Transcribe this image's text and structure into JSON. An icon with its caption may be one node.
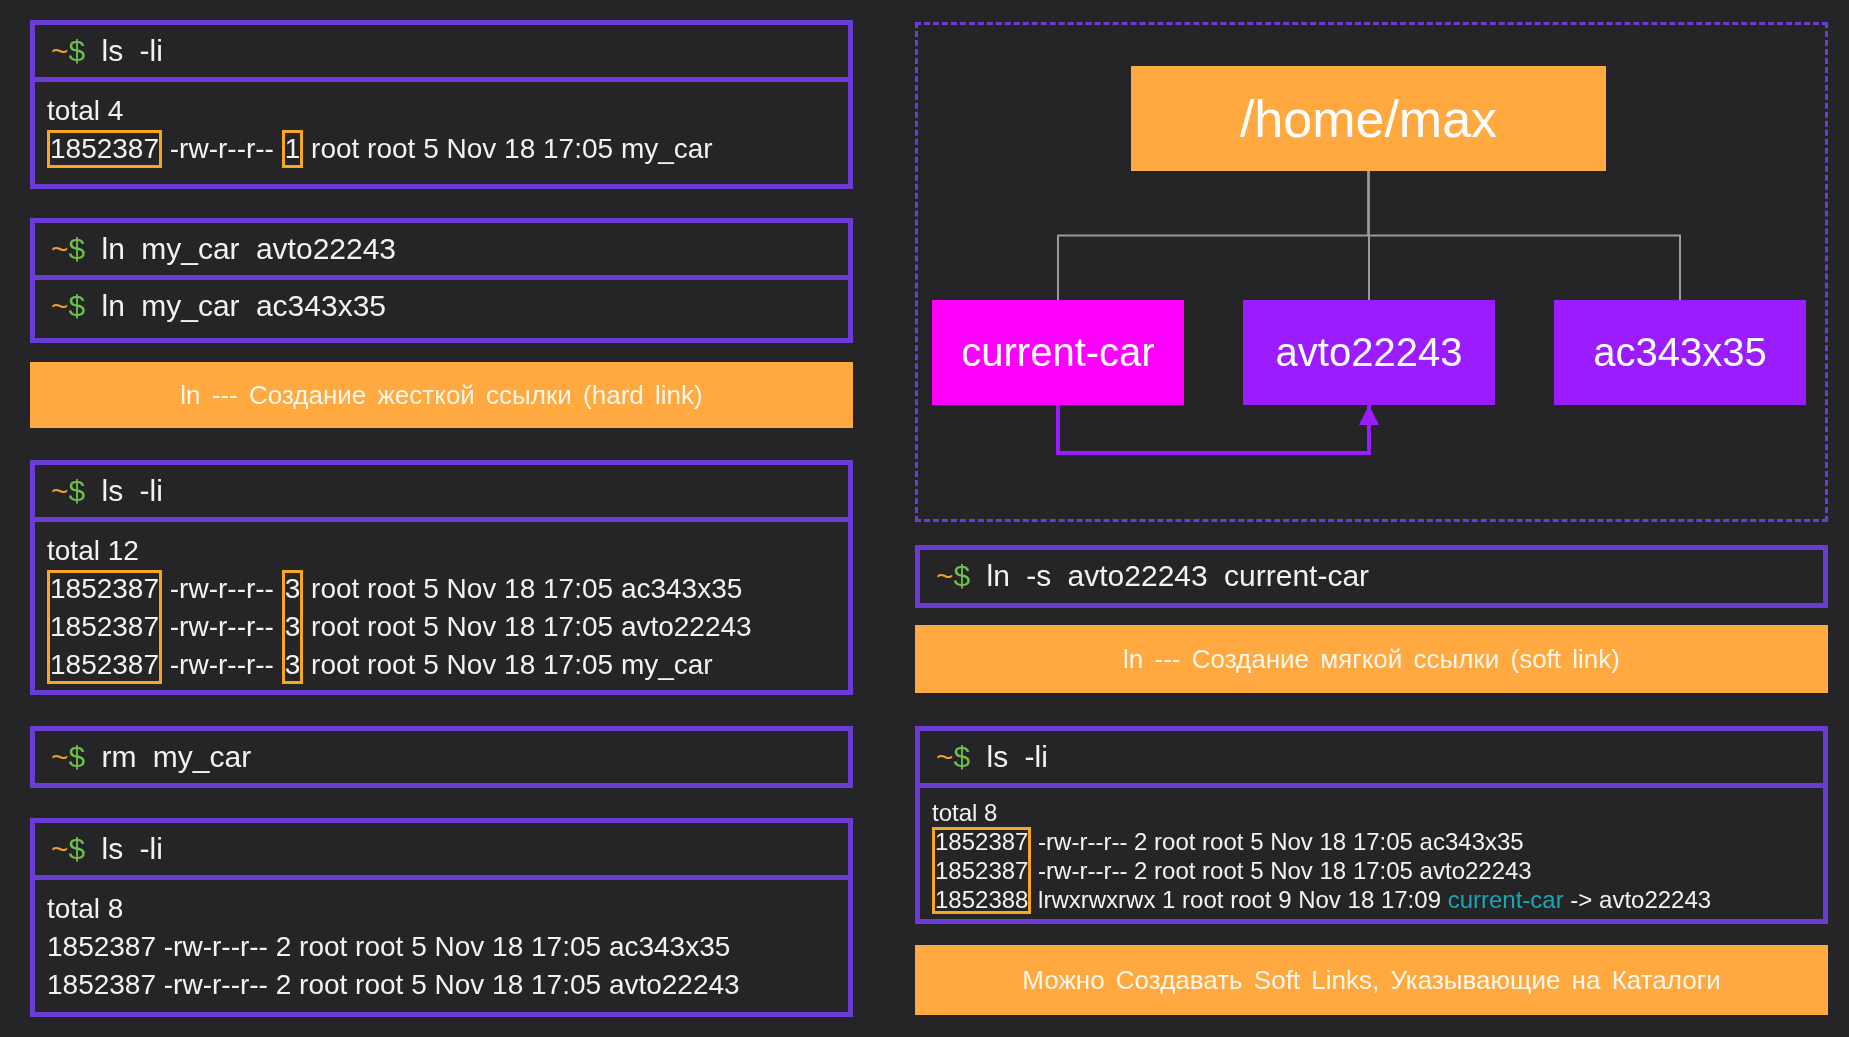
{
  "diagram": {
    "nodes": [
      {
        "text": [
          "~$ ls -li",
          "total 4",
          "1852387 -rw-r--r-- 1 root root 5 Nov 18 17:05 my_car"
        ]
      },
      {
        "text": [
          "~$ ln my_car avto22243",
          "~$ ln my_car ac343x35"
        ]
      },
      {
        "text": [
          "ln --- Создание жесткой ссылки (hard link)"
        ]
      },
      {
        "text": [
          "~$ ls -li",
          "total 12",
          "1852387 -rw-r--r-- 3 root root 5 Nov 18 17:05 ac343x35",
          "1852387 -rw-r--r-- 3 root root 5 Nov 18 17:05 avto22243",
          "1852387 -rw-r--r-- 3 root root 5 Nov 18 17:05 my_car"
        ]
      },
      {
        "text": [
          "~$ rm my_car"
        ]
      },
      {
        "text": [
          "~$ ls -li",
          "total 8",
          "1852387 -rw-r--r-- 2 root root 5 Nov 18 17:05 ac343x35",
          "1852387 -rw-r--r-- 2 root root 5 Nov 18 17:05 avto22243"
        ]
      },
      {
        "text": [],
        "shape": "box"
      },
      {
        "text": [
          "/home/max"
        ],
        "in": 6
      },
      {
        "text": [
          "current-car"
        ],
        "in": 6
      },
      {
        "text": [
          "avto22243"
        ],
        "in": 6
      },
      {
        "text": [
          "ac343x35"
        ],
        "in": 6
      },
      {
        "text": [
          "~$ ln -s avto22243 current-car"
        ]
      },
      {
        "text": [
          "ln --- Создание мягкой ссылки (soft link)"
        ]
      },
      {
        "text": [
          "~$ ls -li",
          "total 8",
          "1852387 -rw-r--r-- 2 root root 5 Nov 18 17:05 ac343x35",
          "1852387 -rw-r--r-- 2 root root 5 Nov 18 17:05 avto22243",
          "1852388 lrwxrwxrwx 1 root root 9 Nov 18 17:09 current-car -> avto22243"
        ]
      },
      {
        "text": [
          "Можно Создавать Soft Links, Указывающие на Каталоги"
        ]
      }
    ],
    "edges": [
      {
        "from": 7,
        "to": 8,
        "arrow": "none"
      },
      {
        "from": 7,
        "to": 9,
        "arrow": "none"
      },
      {
        "from": 7,
        "to": 10,
        "arrow": "none"
      },
      {
        "from": 8,
        "to": 9,
        "arrow": "to",
        "color": "#9b1cff"
      }
    ]
  }
}
